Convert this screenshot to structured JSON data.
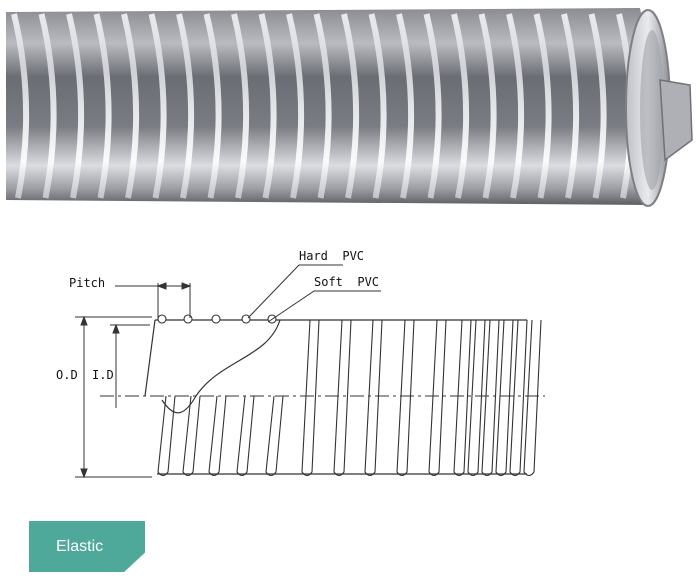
{
  "labels": {
    "hard_pvc": "Hard  PVC",
    "soft_pvc": "Soft  PVC",
    "pitch": "Pitch",
    "od": "O.D",
    "id": "I.D"
  },
  "badge": {
    "text": "Elastic"
  },
  "colors": {
    "badge": "#4fa99a",
    "hose_dark": "#6e7076",
    "hose_light": "#e8e9ec"
  }
}
